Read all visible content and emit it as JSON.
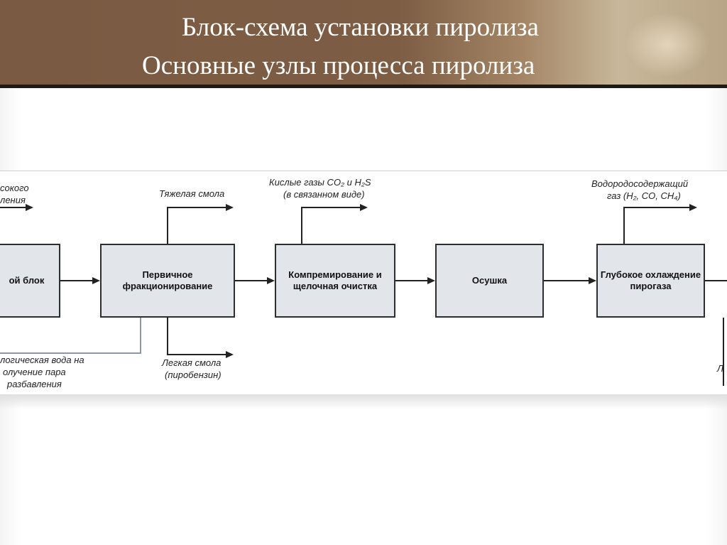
{
  "slide": {
    "title_line1": "Блок-схема установки пиролиза",
    "title_line2": "Основные узлы процесса пиролиза"
  },
  "diagram": {
    "blocks": {
      "left_partial": "ой блок",
      "primary_fractionation": "Первичное фракционирование",
      "compression": "Компремирование и щелочная очистка",
      "drying": "Осушка",
      "deep_cooling": "Глубокое охлаждение пирогаза"
    },
    "labels": {
      "top_left_line1": "сокого",
      "top_left_line2": "ления",
      "heavy_resin": "Тяжелая смола",
      "acid_gases_line1": "Кислые газы CO₂ и H₂S",
      "acid_gases_line2": "(в связанном виде)",
      "hydrogen_gas_line1": "Водородосодержащий",
      "hydrogen_gas_line2": "газ (H₂, CO, CH₄)",
      "process_water_line1": "логическая вода на",
      "process_water_line2": "олучение пара",
      "process_water_line3": "разбавления",
      "light_resin_line1": "Легкая смола",
      "light_resin_line2": "(пиробензин)",
      "right_partial": "Л"
    }
  }
}
